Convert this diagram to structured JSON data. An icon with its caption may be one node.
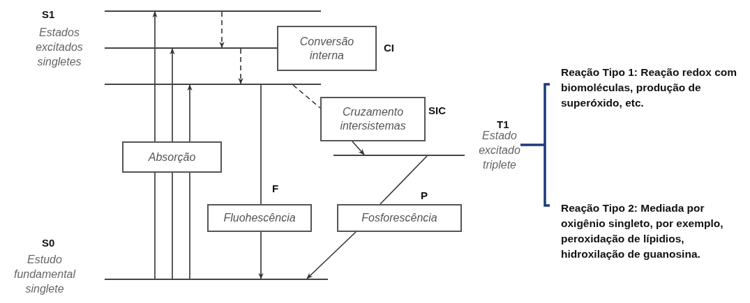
{
  "diagram": {
    "nodes": [
      {
        "text": [],
        "shape": "bar"
      },
      {
        "text": [],
        "shape": "bar",
        "beside": [
          "S1",
          "Estados excitados singletes"
        ]
      },
      {
        "text": [],
        "shape": "bar"
      },
      {
        "text": [],
        "shape": "bar",
        "beside": [
          "T1",
          "Estado excitado triplete"
        ]
      },
      {
        "text": [],
        "shape": "bar",
        "beside": [
          "S0",
          "Estudo fundamental singlete"
        ]
      },
      {
        "text": [
          "Conversão interna"
        ],
        "beside": [
          "CI"
        ]
      },
      {
        "text": [
          "Cruzamento intersistemas"
        ],
        "beside": [
          "SIC"
        ]
      },
      {
        "text": [
          "Absorção"
        ]
      },
      {
        "text": [
          "Fluohescência"
        ],
        "beside": [
          "F"
        ]
      },
      {
        "text": [
          "Fosforescência"
        ],
        "beside": [
          "P"
        ]
      }
    ],
    "edges": [
      {
        "from": 4,
        "to": 7,
        "arrow": "none"
      },
      {
        "from": 4,
        "to": 7,
        "arrow": "none"
      },
      {
        "from": 4,
        "to": 7,
        "arrow": "none"
      },
      {
        "from": 7,
        "to": 0,
        "arrow": "to"
      },
      {
        "from": 7,
        "to": 1,
        "arrow": "to"
      },
      {
        "from": 7,
        "to": 2,
        "arrow": "to"
      },
      {
        "from": 0,
        "to": 1,
        "arrow": "to",
        "style": "dashed"
      },
      {
        "from": 1,
        "to": 2,
        "arrow": "to",
        "style": "dashed"
      },
      {
        "from": 2,
        "to": 6,
        "arrow": "none",
        "style": "dashed"
      },
      {
        "from": 6,
        "to": 3,
        "arrow": "to"
      },
      {
        "from": 2,
        "to": 8,
        "arrow": "none"
      },
      {
        "from": 8,
        "to": 4,
        "arrow": "to"
      },
      {
        "from": 3,
        "to": 9,
        "arrow": "none"
      },
      {
        "from": 9,
        "to": 4,
        "arrow": "to"
      }
    ],
    "labels": [
      "Reação Tipo 1: Reação redox com biomoléculas, produção de superóxido, etc.",
      "Reação Tipo 2: Mediada por oxigênio singleto, por exemplo, peroxidação de lípidios, hidroxilação de guanosina."
    ]
  }
}
